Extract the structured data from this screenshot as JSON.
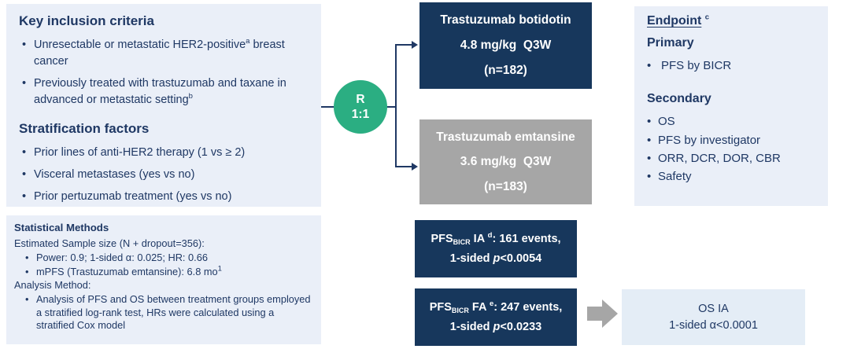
{
  "colors": {
    "navy_text": "#1F3864",
    "navy_box": "#17375C",
    "panel_blue": "#EAEFF8",
    "panel_blue_light": "#E4EDF6",
    "gray": "#A6A6A6",
    "green": "#2BAE82"
  },
  "inclusion": {
    "title": "Key inclusion criteria",
    "bullets": [
      {
        "text": "Unresectable or metastatic HER2-positive",
        "sup": "a",
        "tail": " breast cancer"
      },
      {
        "text": "Previously treated with trastuzumab and taxane in advanced or metastatic setting",
        "sup": "b",
        "tail": ""
      }
    ],
    "strat_title": "Stratification factors",
    "strat_bullets": [
      "Prior lines of anti-HER2 therapy (1 vs ≥ 2)",
      "Visceral metastases (yes vs no)",
      "Prior pertuzumab treatment (yes vs no)"
    ]
  },
  "stats": {
    "title": "Statistical Methods",
    "sample_line": "Estimated Sample size (N + dropout=356):",
    "power_bullet": "Power: 0.9; 1-sided α: 0.025; HR: 0.66",
    "mpfs_bullet": "mPFS (Trastuzumab emtansine): 6.8 mo",
    "mpfs_sup": "1",
    "method_line": "Analysis Method:",
    "method_bullet": "Analysis of PFS and OS between treatment groups employed a stratified log-rank test, HRs were calculated using a stratified Cox model"
  },
  "randomization": {
    "letter": "R",
    "ratio": "1:1"
  },
  "arms": {
    "botidotin": {
      "name": "Trastuzumab botidotin",
      "dose": "4.8 mg/kg  Q3W",
      "n": "(n=182)"
    },
    "emtansine": {
      "name": "Trastuzumab emtansine",
      "dose": "3.6 mg/kg  Q3W",
      "n": "(n=183)"
    }
  },
  "analyses": {
    "ia": {
      "drug": "PFS",
      "sub": "BICR",
      "label": " IA ",
      "sup": "d",
      "events": ": 161 events,",
      "line2_pre": "1-sided ",
      "p": "p",
      "threshold": "<0.0054"
    },
    "fa": {
      "drug": "PFS",
      "sub": "BICR",
      "label": " FA ",
      "sup": "e",
      "events": ": 247 events,",
      "line2_pre": "1-sided ",
      "p": "p",
      "threshold": "<0.0233"
    },
    "os": {
      "line1": "OS IA",
      "line2": "1-sided α<0.0001"
    }
  },
  "endpoints": {
    "title": "Endpoint",
    "title_sup": "c",
    "primary_label": "Primary",
    "primary": [
      "PFS by BICR"
    ],
    "secondary_label": "Secondary",
    "secondary": [
      "OS",
      "PFS by investigator",
      "ORR, DCR, DOR, CBR",
      "Safety"
    ]
  }
}
